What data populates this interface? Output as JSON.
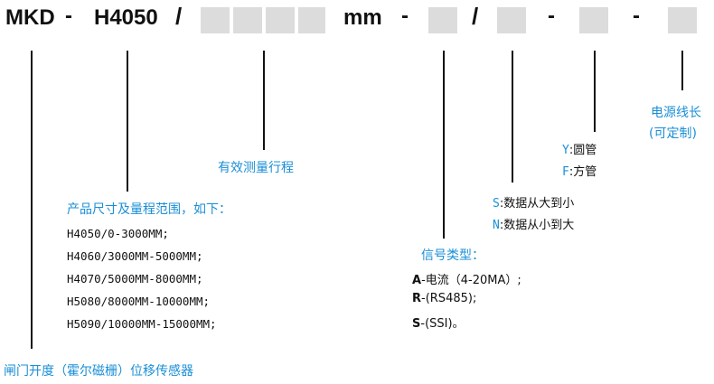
{
  "header": {
    "model_prefix": "MKD",
    "dash1": "-",
    "series": "H4050",
    "slash1": "/",
    "unit": "mm",
    "dash2": "-",
    "slash2": "/",
    "dash3": "-",
    "dash4": "-"
  },
  "labels": {
    "product_name": "闸门开度（霍尔磁栅）位移传感器",
    "range_title": "产品尺寸及量程范围，如下：",
    "range_rows": [
      "H4050/0-3000MM;",
      "H4060/3000MM-5000MM;",
      "H4070/5000MM-8000MM;",
      "H5080/8000MM-10000MM;",
      "H5090/10000MM-15000MM;"
    ],
    "stroke_label": "有效测量行程",
    "signal_title": "信号类型：",
    "signal_rows": [
      {
        "key": "A",
        "text": "-电流（4-20MA）;"
      },
      {
        "key": "R",
        "text": "-(RS485);"
      },
      {
        "key": "S",
        "text": "-(SSI)。"
      }
    ],
    "direction_rows": [
      {
        "key": "S",
        "text": ":数据从大到小"
      },
      {
        "key": "N",
        "text": ":数据从小到大"
      }
    ],
    "pipe_rows": [
      {
        "key": "Y",
        "text": ":圆管"
      },
      {
        "key": "F",
        "text": ":方管"
      }
    ],
    "cable_label_line1": "电源线长",
    "cable_label_line2": "(可定制)"
  },
  "colors": {
    "accent": "#1a8fd6",
    "placeholder_box": "#dcdcdc",
    "text": "#111111"
  }
}
